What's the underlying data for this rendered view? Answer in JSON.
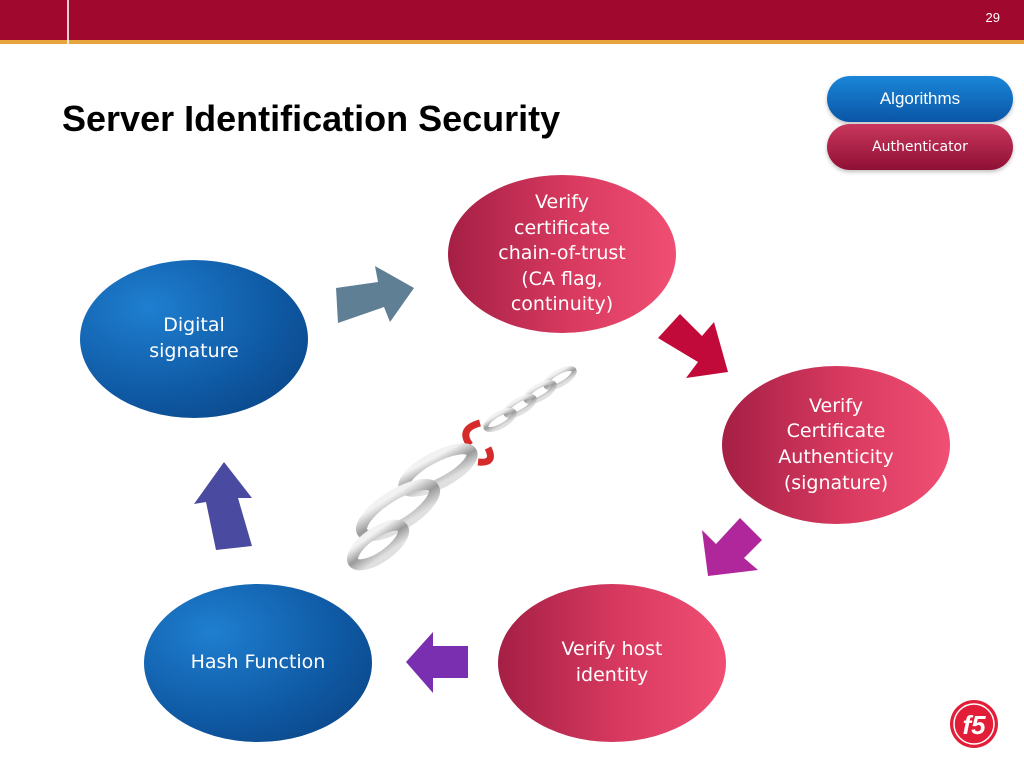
{
  "header": {
    "page_number": "29"
  },
  "slide": {
    "title": "Server Identification Security"
  },
  "tags": {
    "algorithms": "Algorithms",
    "authenticator": "Authenticator"
  },
  "nodes": {
    "digital_signature": "Digital\nsignature",
    "chain_of_trust": "Verify\ncertificate\nchain-of-trust\n(CA flag,\ncontinuity)",
    "certificate_authenticity": "Verify\nCertificate\nAuthenticity\n(signature)",
    "host_identity": "Verify host\nidentity",
    "hash_function": "Hash Function"
  },
  "colors": {
    "header_bar": "#a0082d",
    "header_accent": "#e7a63d",
    "arrow_slate": "#5f7f95",
    "arrow_red": "#c10a3a",
    "arrow_magenta": "#b0279c",
    "arrow_purple": "#7a2fb0",
    "arrow_indigo": "#4a4aa0"
  },
  "logo": {
    "text": "f5"
  }
}
